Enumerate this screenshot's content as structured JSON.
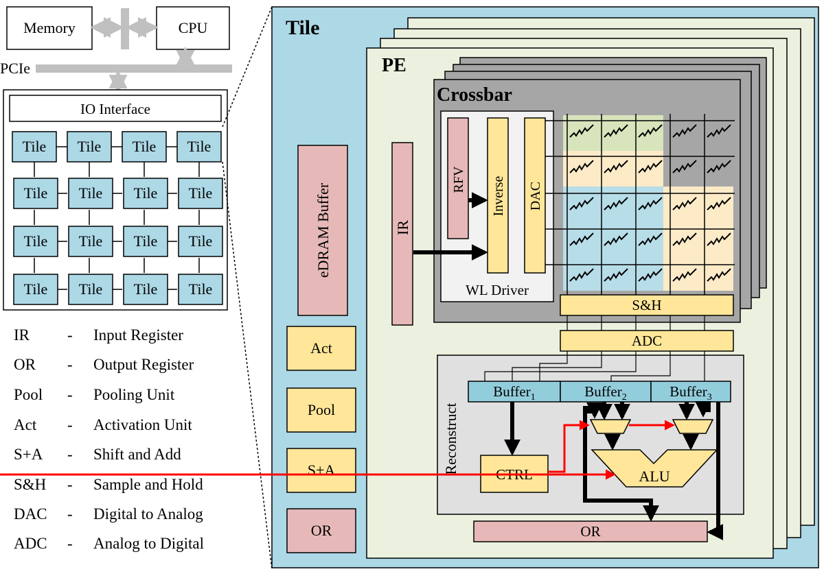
{
  "system": {
    "memory": "Memory",
    "cpu": "CPU",
    "pcie": "PCIe",
    "io_interface": "IO Interface",
    "tile_label": "Tile"
  },
  "tile": {
    "title": "Tile",
    "edram_buffer": "eDRAM Buffer",
    "act": "Act",
    "pool": "Pool",
    "sa": "S+A",
    "or": "OR"
  },
  "pe": {
    "title": "PE"
  },
  "crossbar": {
    "title": "Crossbar",
    "ir": "IR",
    "rfv": "RFV",
    "inverse": "Inverse",
    "dac": "DAC",
    "wl_driver": "WL Driver",
    "sh": "S&H",
    "adc": "ADC"
  },
  "reconstruct": {
    "title": "Reconstruct",
    "buffer1": "Buffer",
    "buffer1_sub": "1",
    "buffer2": "Buffer",
    "buffer2_sub": "2",
    "buffer3": "Buffer",
    "buffer3_sub": "3",
    "ctrl": "CTRL",
    "alu": "ALU",
    "or": "OR"
  },
  "legend": [
    {
      "abbr": "IR",
      "dash": "-",
      "desc": "Input Register"
    },
    {
      "abbr": "OR",
      "dash": "-",
      "desc": "Output Register"
    },
    {
      "abbr": "Pool",
      "dash": "-",
      "desc": "Pooling Unit"
    },
    {
      "abbr": "Act",
      "dash": "-",
      "desc": "Activation Unit"
    },
    {
      "abbr": "S+A",
      "dash": "-",
      "desc": "Shift and Add"
    },
    {
      "abbr": "S&H",
      "dash": "-",
      "desc": "Sample and Hold"
    },
    {
      "abbr": "DAC",
      "dash": "-",
      "desc": "Digital to Analog"
    },
    {
      "abbr": "ADC",
      "dash": "-",
      "desc": "Analog to Digital"
    }
  ],
  "colors": {
    "tile_bg": "#add8e6",
    "pe_bg": "#ebf1de",
    "crossbar_bg": "#a6a6a6",
    "register_pink": "#e6b9b8",
    "unit_yellow": "#ffe699",
    "buffer_blue": "#92cddc",
    "reconstruct_bg": "#e0e0e0",
    "cell_green": "#d8e4bc",
    "cell_cream": "#fdebc8",
    "cell_blue": "#b7dde8",
    "arrow_red": "#ff0000",
    "bus_gray": "#c0c0c0"
  }
}
